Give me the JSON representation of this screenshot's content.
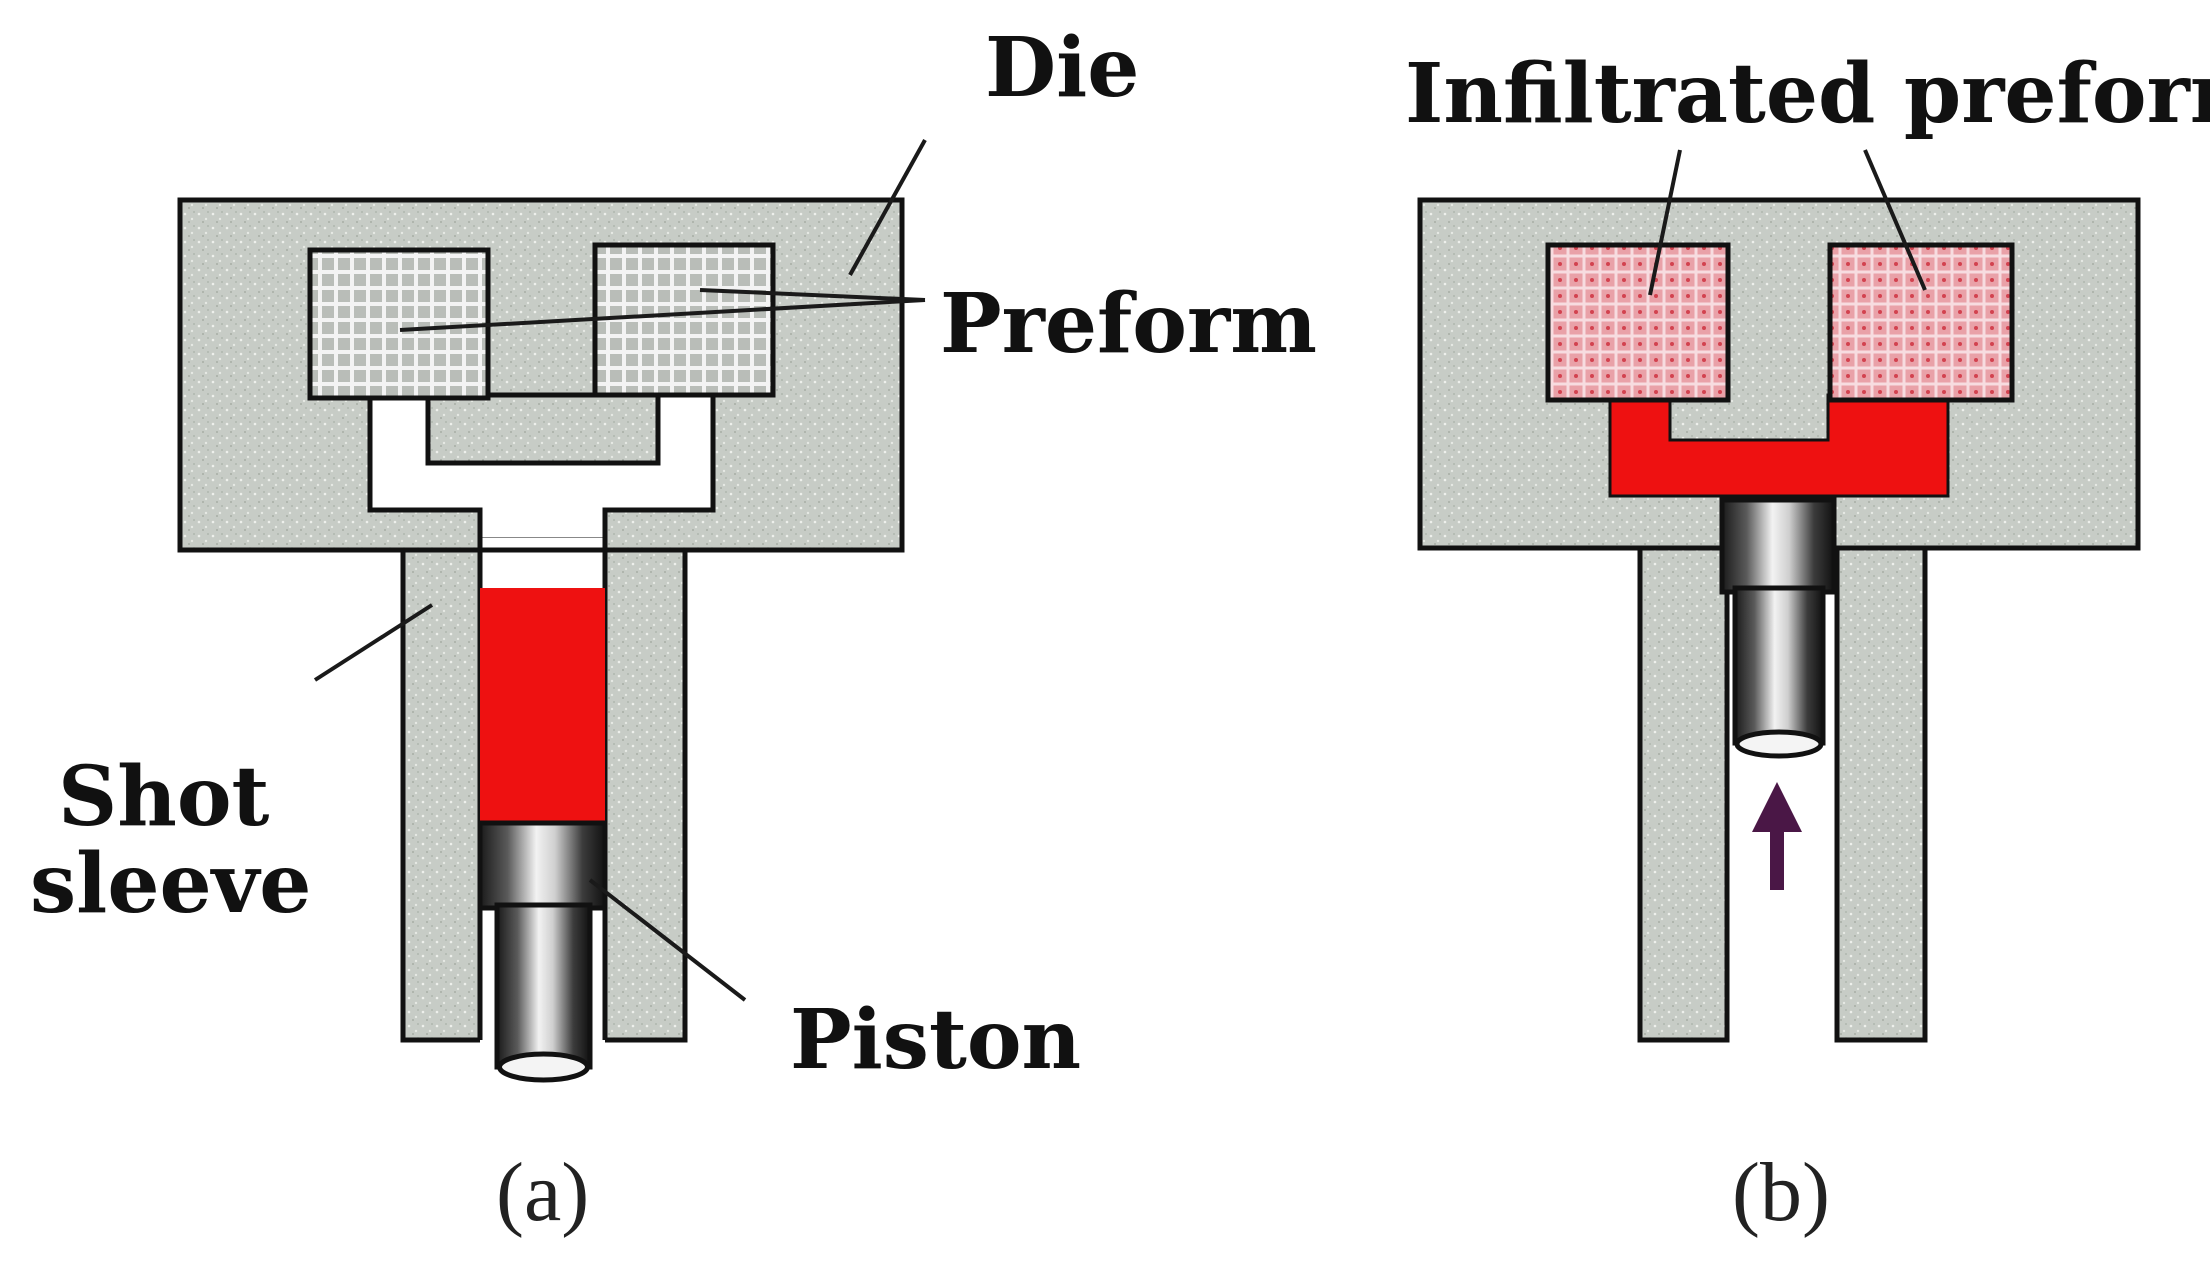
{
  "colors": {
    "die_fill": "#c7ccc6",
    "metal": "#ee1111",
    "infiltrated": "#e9a1a8",
    "arrow": "#4a1746",
    "outline": "#111111"
  },
  "panel_a": {
    "caption": "(a)",
    "labels": {
      "die": "Die",
      "preform": "Preform",
      "shot_sleeve_line1": "Shot",
      "shot_sleeve_line2": "sleeve",
      "piston": "Piston"
    }
  },
  "panel_b": {
    "caption": "(b)",
    "labels": {
      "infiltrated_preform": "Infiltrated preform"
    }
  }
}
